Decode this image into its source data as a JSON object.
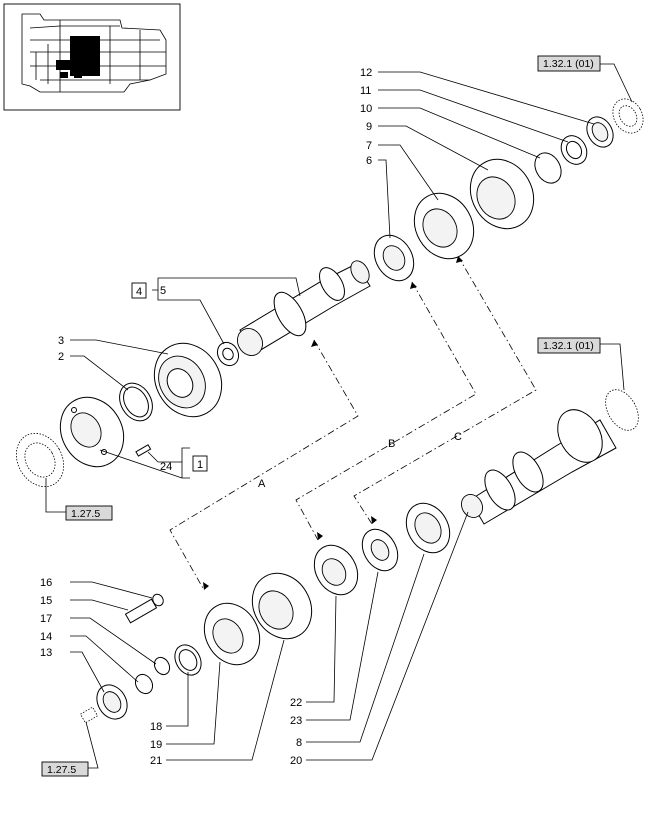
{
  "labels": {
    "n1": "1",
    "n2": "2",
    "n3": "3",
    "n4": "4",
    "n5": "5",
    "n6": "6",
    "n7": "7",
    "n8": "8",
    "n9": "9",
    "n10": "10",
    "n11": "11",
    "n12": "12",
    "n13": "13",
    "n14": "14",
    "n15": "15",
    "n16": "16",
    "n17": "17",
    "n18": "18",
    "n19": "19",
    "n20": "20",
    "n21": "21",
    "n22": "22",
    "n23": "23",
    "n24": "24"
  },
  "paths": {
    "a": "A",
    "b": "B",
    "c": "C"
  },
  "refs": {
    "top_right": "1.32.1 (01)",
    "mid_right": "1.32.1 (01)",
    "left": "1.27.5",
    "bottom_left": "1.27.5"
  }
}
